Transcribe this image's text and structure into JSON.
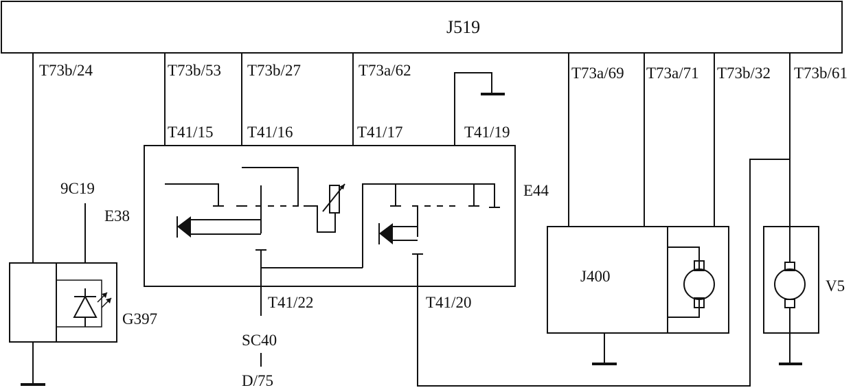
{
  "colors": {
    "line": "#111111",
    "background": "#ffffff"
  },
  "modules": {
    "j519": "J519",
    "e38": "E38",
    "e44": "E44",
    "j400": "J400",
    "v5": "V5",
    "g397": "G397"
  },
  "pins_top": {
    "t73b_24": "T73b/24",
    "t73b_53": "T73b/53",
    "t73b_27": "T73b/27",
    "t73a_62": "T73a/62",
    "t73a_69": "T73a/69",
    "t73a_71": "T73a/71",
    "t73b_32": "T73b/32",
    "t73b_61": "T73b/61"
  },
  "pins_switch": {
    "t41_15": "T41/15",
    "t41_16": "T41/16",
    "t41_17": "T41/17",
    "t41_19": "T41/19",
    "t41_22": "T41/22",
    "t41_20": "T41/20"
  },
  "other_labels": {
    "c19": "9C19",
    "sc40": "SC40",
    "d75": "D/75"
  }
}
